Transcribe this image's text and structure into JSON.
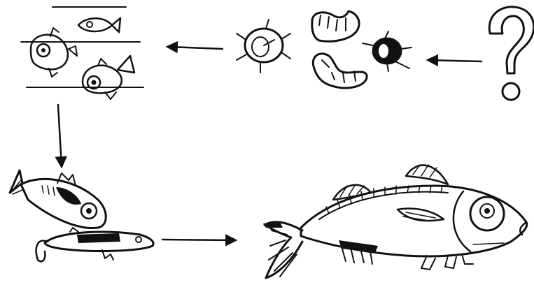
{
  "diagram": {
    "type": "food-chain",
    "ink_color": "#111111",
    "background": "#ffffff",
    "nodes": [
      {
        "id": "unknown",
        "icon": "question-mark-icon",
        "level": 1
      },
      {
        "id": "invertebrates",
        "icon": "small-invertebrates-icon",
        "level": 2
      },
      {
        "id": "small-fish",
        "icon": "small-fish-group-icon",
        "level": 3
      },
      {
        "id": "medium-fish",
        "icon": "medium-fish-pair-icon",
        "level": 4
      },
      {
        "id": "large-fish",
        "icon": "large-predatory-fish-icon",
        "level": 5
      }
    ],
    "arrows": [
      {
        "from": "unknown",
        "to": "invertebrates"
      },
      {
        "from": "invertebrates",
        "to": "small-fish"
      },
      {
        "from": "small-fish",
        "to": "medium-fish"
      },
      {
        "from": "medium-fish",
        "to": "large-fish"
      }
    ]
  }
}
